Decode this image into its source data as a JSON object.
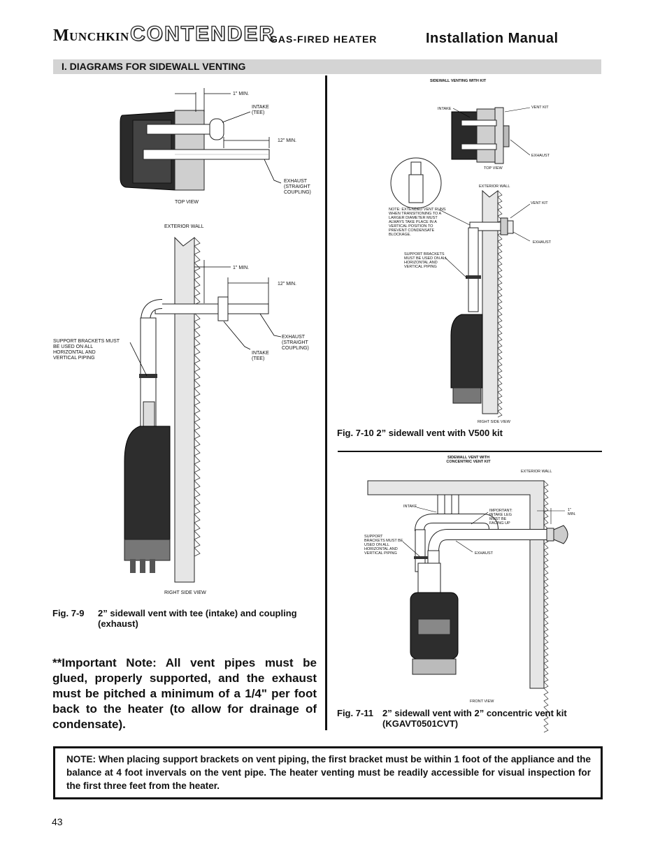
{
  "header": {
    "brand": "Munchkin",
    "logo": "CONTENDER",
    "subtitle": "GAS-FIRED HEATER",
    "title": "Installation Manual"
  },
  "section": {
    "heading": "I.   DIAGRAMS FOR SIDEWALL VENTING"
  },
  "fig9": {
    "top_labels": {
      "min1": "1\" MIN.",
      "intake": "INTAKE (TEE)",
      "min12": "12\" MIN.",
      "exhaust": "EXHAUST (STRAIGHT COUPLING)",
      "view": "TOP VIEW"
    },
    "side_labels": {
      "wall": "EXTERIOR WALL",
      "min1": "1\" MIN.",
      "min12": "12\" MIN.",
      "exhaust": "EXHAUST (STRAIGHT COUPLING)",
      "intake": "INTAKE (TEE)",
      "support": "SUPPORT BRACKETS MUST BE USED ON ALL HORIZONTAL AND VERTICAL PIPING",
      "view": "RIGHT SIDE VIEW"
    },
    "caption_num": "Fig. 7-9",
    "caption_text": "2” sidewall vent with tee (intake) and coupling (exhaust)"
  },
  "fig10": {
    "title": "SIDEWALL VENTING WITH KIT",
    "labels": {
      "intake": "INTAKE",
      "vent_kit_top": "VENT KIT",
      "exhaust_top": "EXHAUST",
      "top_view": "TOP VIEW",
      "wall": "EXTERIOR WALL",
      "vent_kit_side": "VENT KIT",
      "exhaust_side": "EXHAUST",
      "note": "NOTE: EXTENDED VENT RUNS WHEN TRANSITIONING TO A LARGER DIAMETER MUST ALWAYS TAKE PLACE IN A VERTICAL POSITION TO PREVENT CONDENSATE BLOCKAGE.",
      "support": "SUPPORT BRACKETS MUST BE USED ON ALL HORIZONTAL AND VERTICAL PIPING",
      "view": "RIGHT SIDE VIEW"
    },
    "caption": "Fig. 7-10  2” sidewall vent with V500 kit"
  },
  "fig11": {
    "title": "SIDEWALL VENT WITH CONCENTRIC VENT KIT",
    "labels": {
      "wall": "EXTERIOR WALL",
      "intake": "INTAKE",
      "important": "IMPORTANT: INTAKE LEG MUST BE FACING UP",
      "min": "1\" MIN.",
      "support": "SUPPORT BRACKETS MUST BE USED ON ALL HORIZONTAL AND VERTICAL PIPING",
      "exhaust": "EXHAUST",
      "view": "FRONT VIEW"
    },
    "caption_num": "Fig. 7-11",
    "caption_text": "2” sidewall vent with 2” concentric vent kit (KGAVT0501CVT)"
  },
  "important_note": "**Important Note: All vent pipes must be glued, properly supported, and the exhaust must be pitched a minimum of a 1/4\" per foot back to the heater (to allow for drainage of condensate).",
  "note_box": "NOTE: When placing support brackets on vent piping, the first bracket must be within 1 foot of the appliance and the balance at 4 foot invervals on the vent pipe. The heater venting must be readily accessible for visual inspection for the first three feet from the heater.",
  "page_number": "43"
}
